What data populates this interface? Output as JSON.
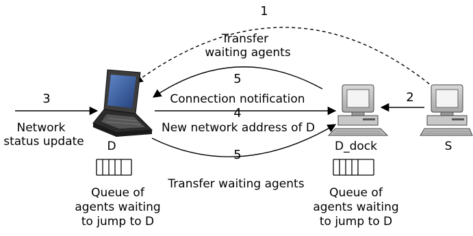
{
  "arrows": {
    "one": {
      "number": "1"
    },
    "two": {
      "number": "2"
    },
    "three": {
      "number": "3",
      "label_line1": "Network",
      "label_line2": "status update"
    },
    "four": {
      "number": "4",
      "label_above": "Connection notification",
      "label_below": "New network address of D"
    },
    "five_top": {
      "number": "5",
      "label_line1": "Transfer",
      "label_line2": "waiting agents"
    },
    "five_bottom": {
      "number": "5",
      "label": "Transfer waiting agents"
    }
  },
  "nodes": {
    "d": {
      "label": "D"
    },
    "d_dock": {
      "label": "D_dock"
    },
    "s": {
      "label": "S"
    }
  },
  "queues": {
    "left": {
      "line1": "Queue of",
      "line2": "agents waiting",
      "line3": "to jump to D"
    },
    "right": {
      "line1": "Queue of",
      "line2": "agents waiting",
      "line3": "to jump to D"
    }
  }
}
